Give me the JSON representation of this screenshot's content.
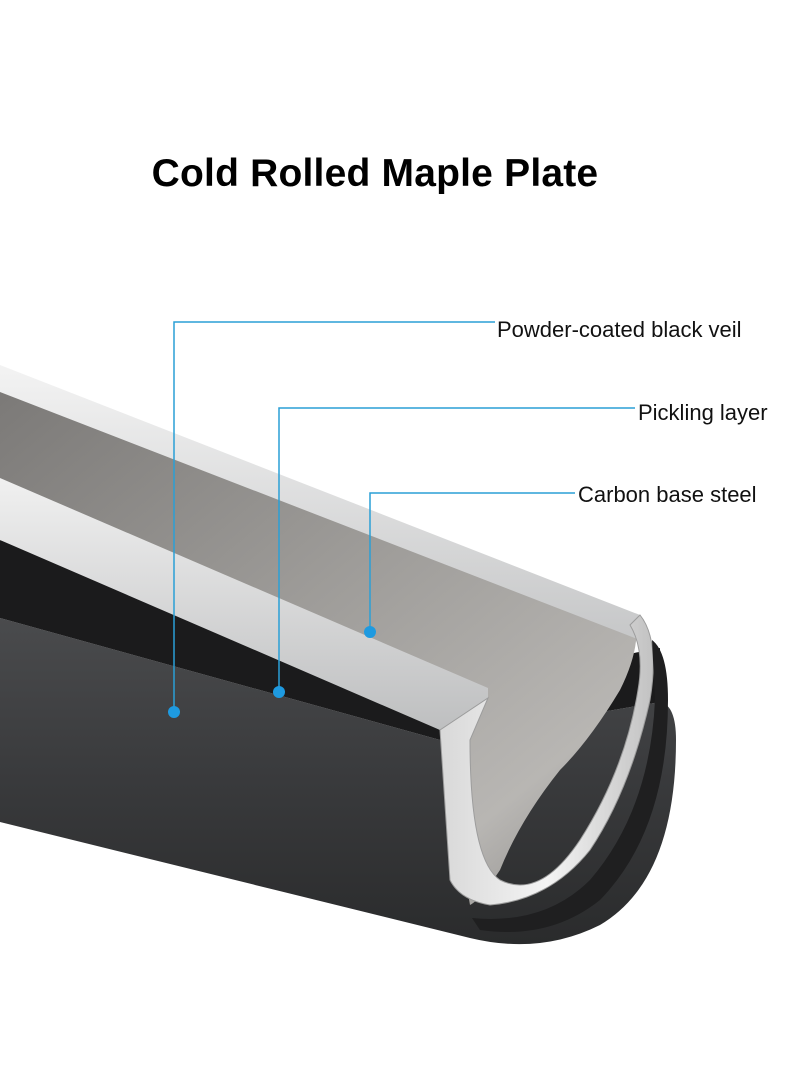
{
  "title": "Cold Rolled Maple Plate",
  "callouts": [
    {
      "id": "powder",
      "label": "Powder-coated black veil"
    },
    {
      "id": "pickling",
      "label": "Pickling layer"
    },
    {
      "id": "carbon",
      "label": "Carbon base steel"
    }
  ],
  "colors": {
    "callout_line": "#2a9fd6",
    "callout_dot": "#1e9ae0",
    "powder_coat": "#3a3b3d",
    "pickling_layer": "#1c1c1d",
    "steel_outer": "#c9cacb",
    "steel_inner": "#8e8c8a"
  }
}
